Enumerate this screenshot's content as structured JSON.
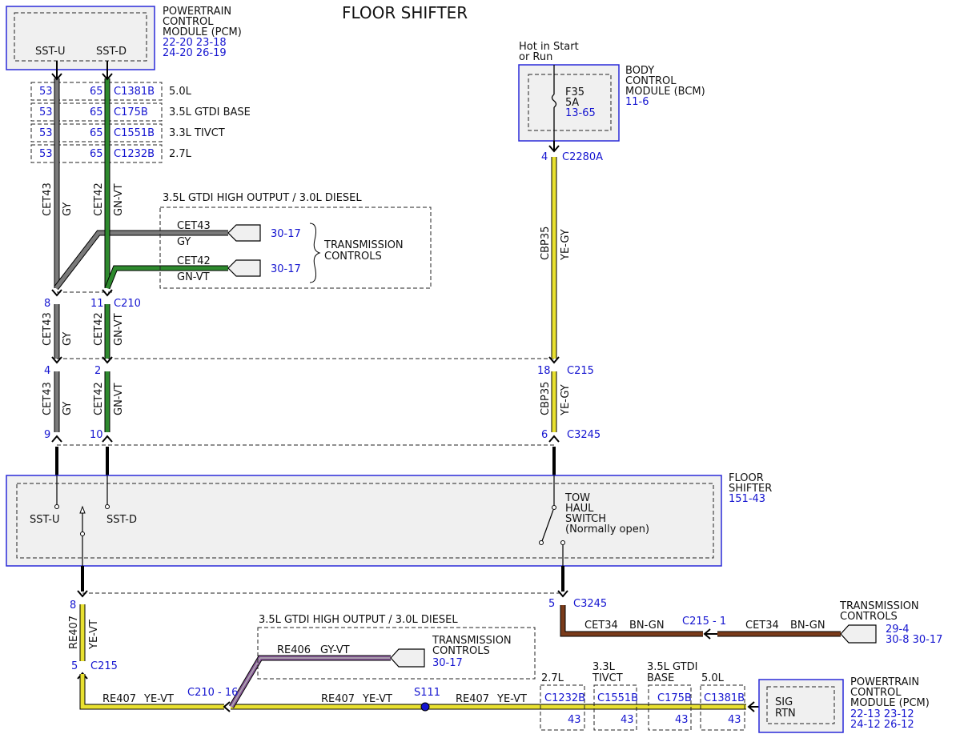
{
  "title": "FLOOR SHIFTER",
  "colors": {
    "module_border": "#2a2ad8",
    "ref_text": "#1515d0",
    "wire_gy": "#7a7a7a",
    "wire_gn_vt": "#2e8a2e",
    "wire_ye": "#e8e030",
    "wire_bn": "#7a3b1a",
    "wire_vt_stripe": "#8a5a9a"
  },
  "pcm_top": {
    "name_lines": [
      "POWERTRAIN",
      "CONTROL",
      "MODULE (PCM)"
    ],
    "refs": [
      "22-20 23-18",
      "24-20 26-19"
    ],
    "pin_left": "SST-U",
    "pin_right": "SST-D"
  },
  "engine_connectors": [
    {
      "pin_left": "53",
      "pin_right": "65",
      "connector": "C1381B",
      "engine": "5.0L"
    },
    {
      "pin_left": "53",
      "pin_right": "65",
      "connector": "C175B",
      "engine": "3.5L GTDI BASE"
    },
    {
      "pin_left": "53",
      "pin_right": "65",
      "connector": "C1551B",
      "engine": "3.3L TIVCT"
    },
    {
      "pin_left": "53",
      "pin_right": "65",
      "connector": "C1232B",
      "engine": "2.7L"
    }
  ],
  "wire_labels": {
    "cet43": "CET43",
    "gy": "GY",
    "cet42": "CET42",
    "gn_vt": "GN-VT",
    "cbp35": "CBP35",
    "ye_gy": "YE-GY",
    "re407": "RE407",
    "ye_vt": "YE-VT",
    "re406": "RE406",
    "gy_vt": "GY-VT",
    "cet34": "CET34",
    "bn_gn": "BN-GN"
  },
  "ho_box_top": {
    "caption": "3.5L GTDI HIGH OUTPUT / 3.0L DIESEL",
    "ref1": "30-17",
    "ref2": "30-17",
    "dest_lines": [
      "TRANSMISSION",
      "CONTROLS"
    ]
  },
  "c210": {
    "pin_left": "8",
    "pin_right": "11",
    "name": "C210"
  },
  "c215_top": {
    "pin_left": "4",
    "pin_right": "2",
    "pin_far": "18",
    "name": "C215"
  },
  "c3245_top": {
    "pin_left": "9",
    "pin_right": "10",
    "pin_far": "6",
    "name": "C3245"
  },
  "bcm": {
    "hot_lines": [
      "Hot in Start",
      "or Run"
    ],
    "name_lines": [
      "BODY",
      "CONTROL",
      "MODULE (BCM)"
    ],
    "ref": "11-6",
    "fuse": "F35",
    "amp": "5A",
    "fuse_ref": "13-65",
    "pin": "4",
    "connector": "C2280A"
  },
  "floor_shifter": {
    "name_lines": [
      "FLOOR",
      "SHIFTER"
    ],
    "ref": "151-43",
    "pin_sstu": "SST-U",
    "pin_sstd": "SST-D",
    "switch_lines": [
      "TOW",
      "HAUL",
      "SWITCH",
      "(Normally open)"
    ]
  },
  "lower_left": {
    "pin_top": "8",
    "pin_bottom": "5",
    "connector": "C215"
  },
  "lower_right": {
    "pin": "5",
    "connector": "C3245"
  },
  "c215_1": "C215 - 1",
  "trans_right": {
    "name_lines": [
      "TRANSMISSION",
      "CONTROLS"
    ],
    "refs": [
      "29-4",
      "30-8  30-17"
    ]
  },
  "ho_box_bottom": {
    "caption": "3.5L GTDI HIGH OUTPUT / 3.0L DIESEL",
    "dest_lines": [
      "TRANSMISSION",
      "CONTROLS"
    ],
    "ref": "30-17"
  },
  "c210_16": "C210 - 16",
  "splice": "S111",
  "bottom_connectors": [
    {
      "engine_lines": [
        "2.7L"
      ],
      "connector": "C1232B",
      "pin": "43"
    },
    {
      "engine_lines": [
        "3.3L",
        "TIVCT"
      ],
      "connector": "C1551B",
      "pin": "43"
    },
    {
      "engine_lines": [
        "3.5L GTDI",
        "BASE"
      ],
      "connector": "C175B",
      "pin": "43"
    },
    {
      "engine_lines": [
        "5.0L"
      ],
      "connector": "C1381B",
      "pin": "43"
    }
  ],
  "pcm_bottom": {
    "pin_lines": [
      "SIG",
      "RTN"
    ],
    "name_lines": [
      "POWERTRAIN",
      "CONTROL",
      "MODULE (PCM)"
    ],
    "refs": [
      "22-13 23-12",
      "24-12 26-12"
    ]
  }
}
